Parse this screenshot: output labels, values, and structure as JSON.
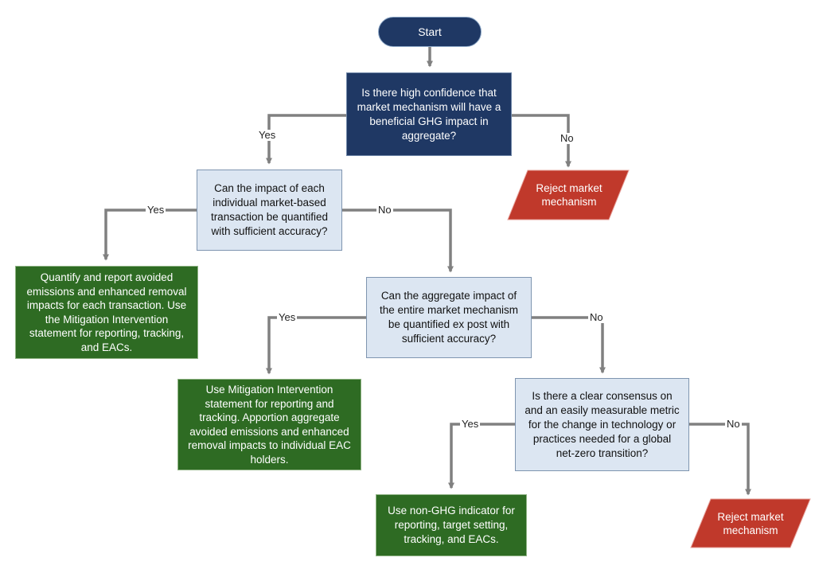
{
  "nodes": {
    "start": "Start",
    "q1": "Is there high confidence that market mechanism will have a beneficial GHG impact in aggregate?",
    "reject1": "Reject market mechanism",
    "q2": "Can the impact of each individual market-based transaction be quantified with sufficient accuracy?",
    "r_quantify": "Quantify and report avoided emissions and enhanced removal impacts for each transaction. Use the Mitigation Intervention statement for reporting, tracking, and EACs.",
    "q3": "Can the aggregate impact of the entire market mechanism be quantified ex post with sufficient accuracy?",
    "r_apportion": "Use Mitigation Intervention statement for reporting and tracking. Apportion aggregate avoided emissions and enhanced removal impacts to individual EAC holders.",
    "q4": "Is there a clear consensus on and an easily measurable metric for the change in technology or practices needed for a global net-zero transition?",
    "r_nonghg": "Use non-GHG indicator for reporting, target setting, tracking, and EACs.",
    "reject2": "Reject market mechanism"
  },
  "labels": {
    "q1_yes": "Yes",
    "q1_no": "No",
    "q2_yes": "Yes",
    "q2_no": "No",
    "q3_yes": "Yes",
    "q3_no": "No",
    "q4_yes": "Yes",
    "q4_no": "No"
  },
  "colors": {
    "navy": "#1f3864",
    "light_blue": "#dce6f2",
    "green": "#2e6b23",
    "red": "#c0392b",
    "connector": "#808080"
  }
}
